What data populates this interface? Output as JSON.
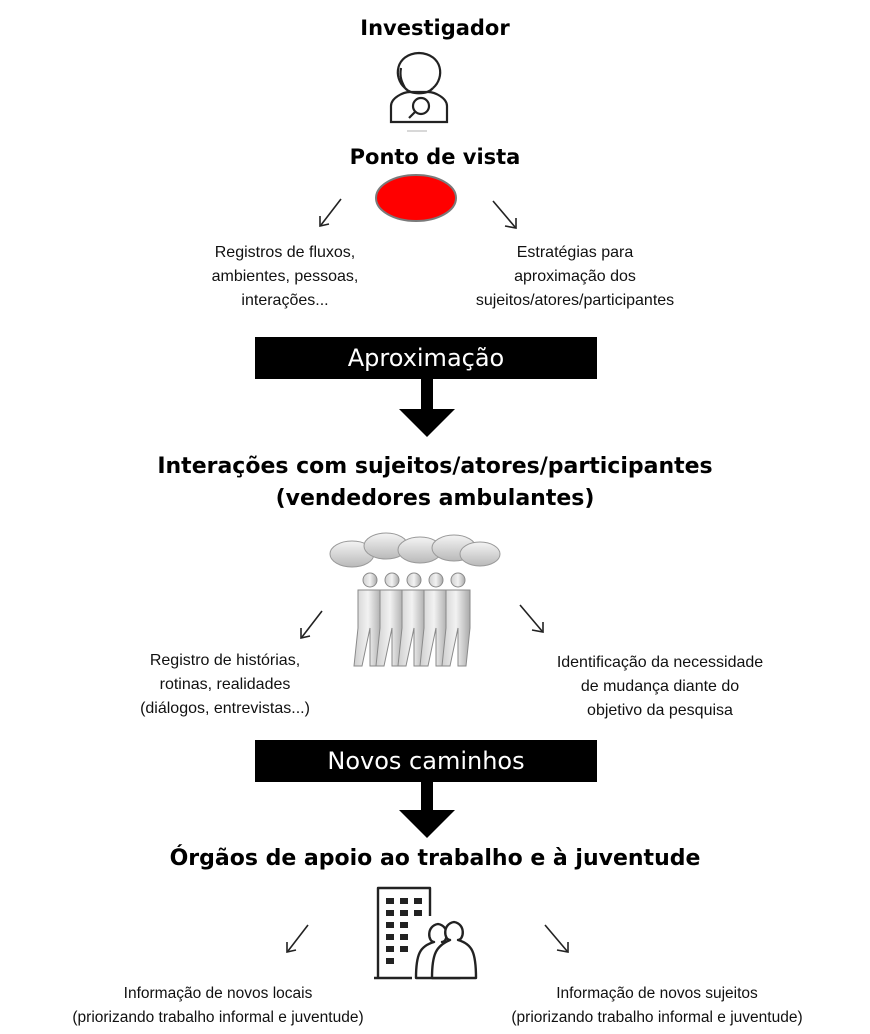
{
  "investigator": {
    "title": "Investigador",
    "icon": "investigator-magnifier-icon"
  },
  "viewpoint": {
    "title": "Ponto de vista",
    "marker_color": "#ff0000",
    "left_text": [
      "Registros de fluxos,",
      "ambientes, pessoas,",
      "interações..."
    ],
    "right_text": [
      "Estratégias para",
      "aproximação dos",
      "sujeitos/atores/participantes"
    ]
  },
  "bar1": {
    "label": "Aproximação"
  },
  "interactions": {
    "title_line1": "Interações com sujeitos/atores/participantes",
    "title_line2": "(vendedores ambulantes)",
    "icon": "people-talking-icon",
    "left_text": [
      "Registro de histórias,",
      "rotinas, realidades",
      "(diálogos, entrevistas...)"
    ],
    "right_text": [
      "Identificação da necessidade",
      "de mudança diante do",
      "objetivo da pesquisa"
    ]
  },
  "bar2": {
    "label": "Novos caminhos"
  },
  "organs": {
    "title": "Órgãos de apoio ao trabalho e à juventude",
    "icon": "office-building-people-icon",
    "left_text": [
      "Informação de novos locais",
      "(priorizando trabalho informal e juventude)"
    ],
    "right_text": [
      "Informação de novos sujeitos",
      "(priorizando trabalho informal e juventude)"
    ]
  }
}
